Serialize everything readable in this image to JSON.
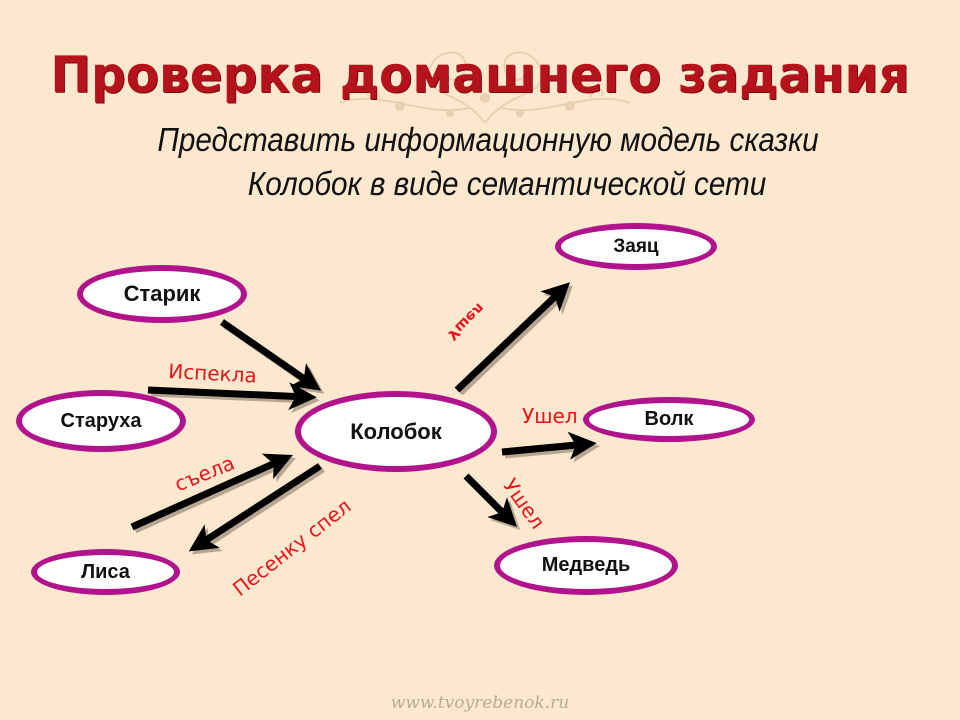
{
  "slide": {
    "title": "Проверка домашнего задания",
    "subtitle_line1": "Представить информационную модель сказки",
    "subtitle_line2": "Колобок в виде семантической сети",
    "footer": "www.tvoyrebenok.ru"
  },
  "colors": {
    "background": "#fbe8cf",
    "title": "#b5121b",
    "node_border": "#b0138c",
    "node_fill": "#ffffff",
    "edge_label": "#e8141c",
    "arrow": "#000000"
  },
  "nodes": [
    {
      "id": "starik",
      "label": "Старик"
    },
    {
      "id": "staruha",
      "label": "Старуха"
    },
    {
      "id": "kolobok",
      "label": "Колобок"
    },
    {
      "id": "zayac",
      "label": "Заяц"
    },
    {
      "id": "volk",
      "label": "Волк"
    },
    {
      "id": "medved",
      "label": "Медведь"
    },
    {
      "id": "lisa",
      "label": "Лиса"
    }
  ],
  "edges": [
    {
      "from": "Старик",
      "to": "Колобок",
      "label": ""
    },
    {
      "from": "Старуха",
      "to": "Колобок",
      "label": "Испекла"
    },
    {
      "from": "Колобок",
      "to": "Заяц",
      "label": "Ушел"
    },
    {
      "from": "Колобок",
      "to": "Волк",
      "label": "Ушел"
    },
    {
      "from": "Колобок",
      "to": "Медведь",
      "label": "Ушел"
    },
    {
      "from": "Лиса",
      "to": "Колобок",
      "label": "съела"
    },
    {
      "from": "Колобок",
      "to": "Лиса",
      "label": "Песенку спел"
    }
  ]
}
